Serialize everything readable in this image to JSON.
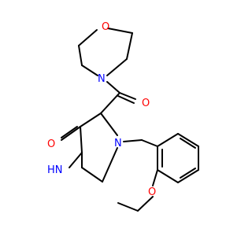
{
  "molecule": {
    "atoms": [
      {
        "id": "O-ring",
        "symbol": "O",
        "color": "#ff0000"
      },
      {
        "id": "N-ring",
        "symbol": "N",
        "color": "#0000ff"
      },
      {
        "id": "O-carbonyl",
        "symbol": "O",
        "color": "#ff0000"
      },
      {
        "id": "O-lactam",
        "symbol": "O",
        "color": "#ff0000"
      },
      {
        "id": "N-pip",
        "symbol": "N",
        "color": "#0000ff"
      },
      {
        "id": "NH",
        "symbol": "HN",
        "color": "#0000ff"
      },
      {
        "id": "O-ether",
        "symbol": "O",
        "color": "#ff0000"
      }
    ],
    "bond_color": "#000000"
  }
}
